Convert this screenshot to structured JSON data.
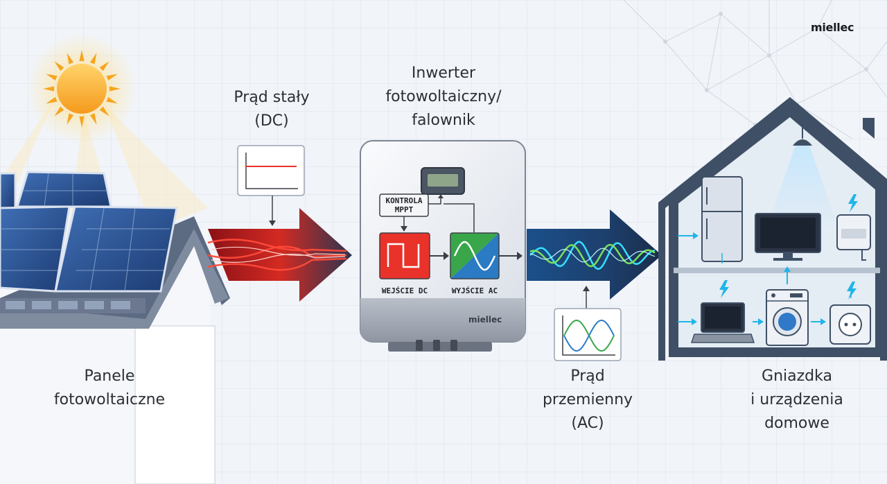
{
  "brand": "miellec",
  "labels": {
    "dc_title": [
      "Prąd stały",
      "(DC)"
    ],
    "inverter_title": [
      "Inwerter",
      "fotowoltaiczny/",
      "falownik"
    ],
    "panels_title": [
      "Panele",
      "fotowoltaiczne"
    ],
    "ac_title": [
      "Prąd",
      "przemienny",
      "(AC)"
    ],
    "home_title": [
      "Gniazdka",
      "i urządzenia",
      "domowe"
    ]
  },
  "inverter": {
    "mppt": [
      "KONTROLA",
      "MPPT"
    ],
    "dc_input": "WEJŚCIE DC",
    "ac_output": "WYJŚCIE AC",
    "brand": "miellec"
  },
  "colors": {
    "dc_red": "#e8322a",
    "ac_green": "#3aa64a",
    "ac_blue": "#2a7bc4",
    "arrow_navy": "#1f3552",
    "accent_cyan": "#1fb5e8"
  }
}
